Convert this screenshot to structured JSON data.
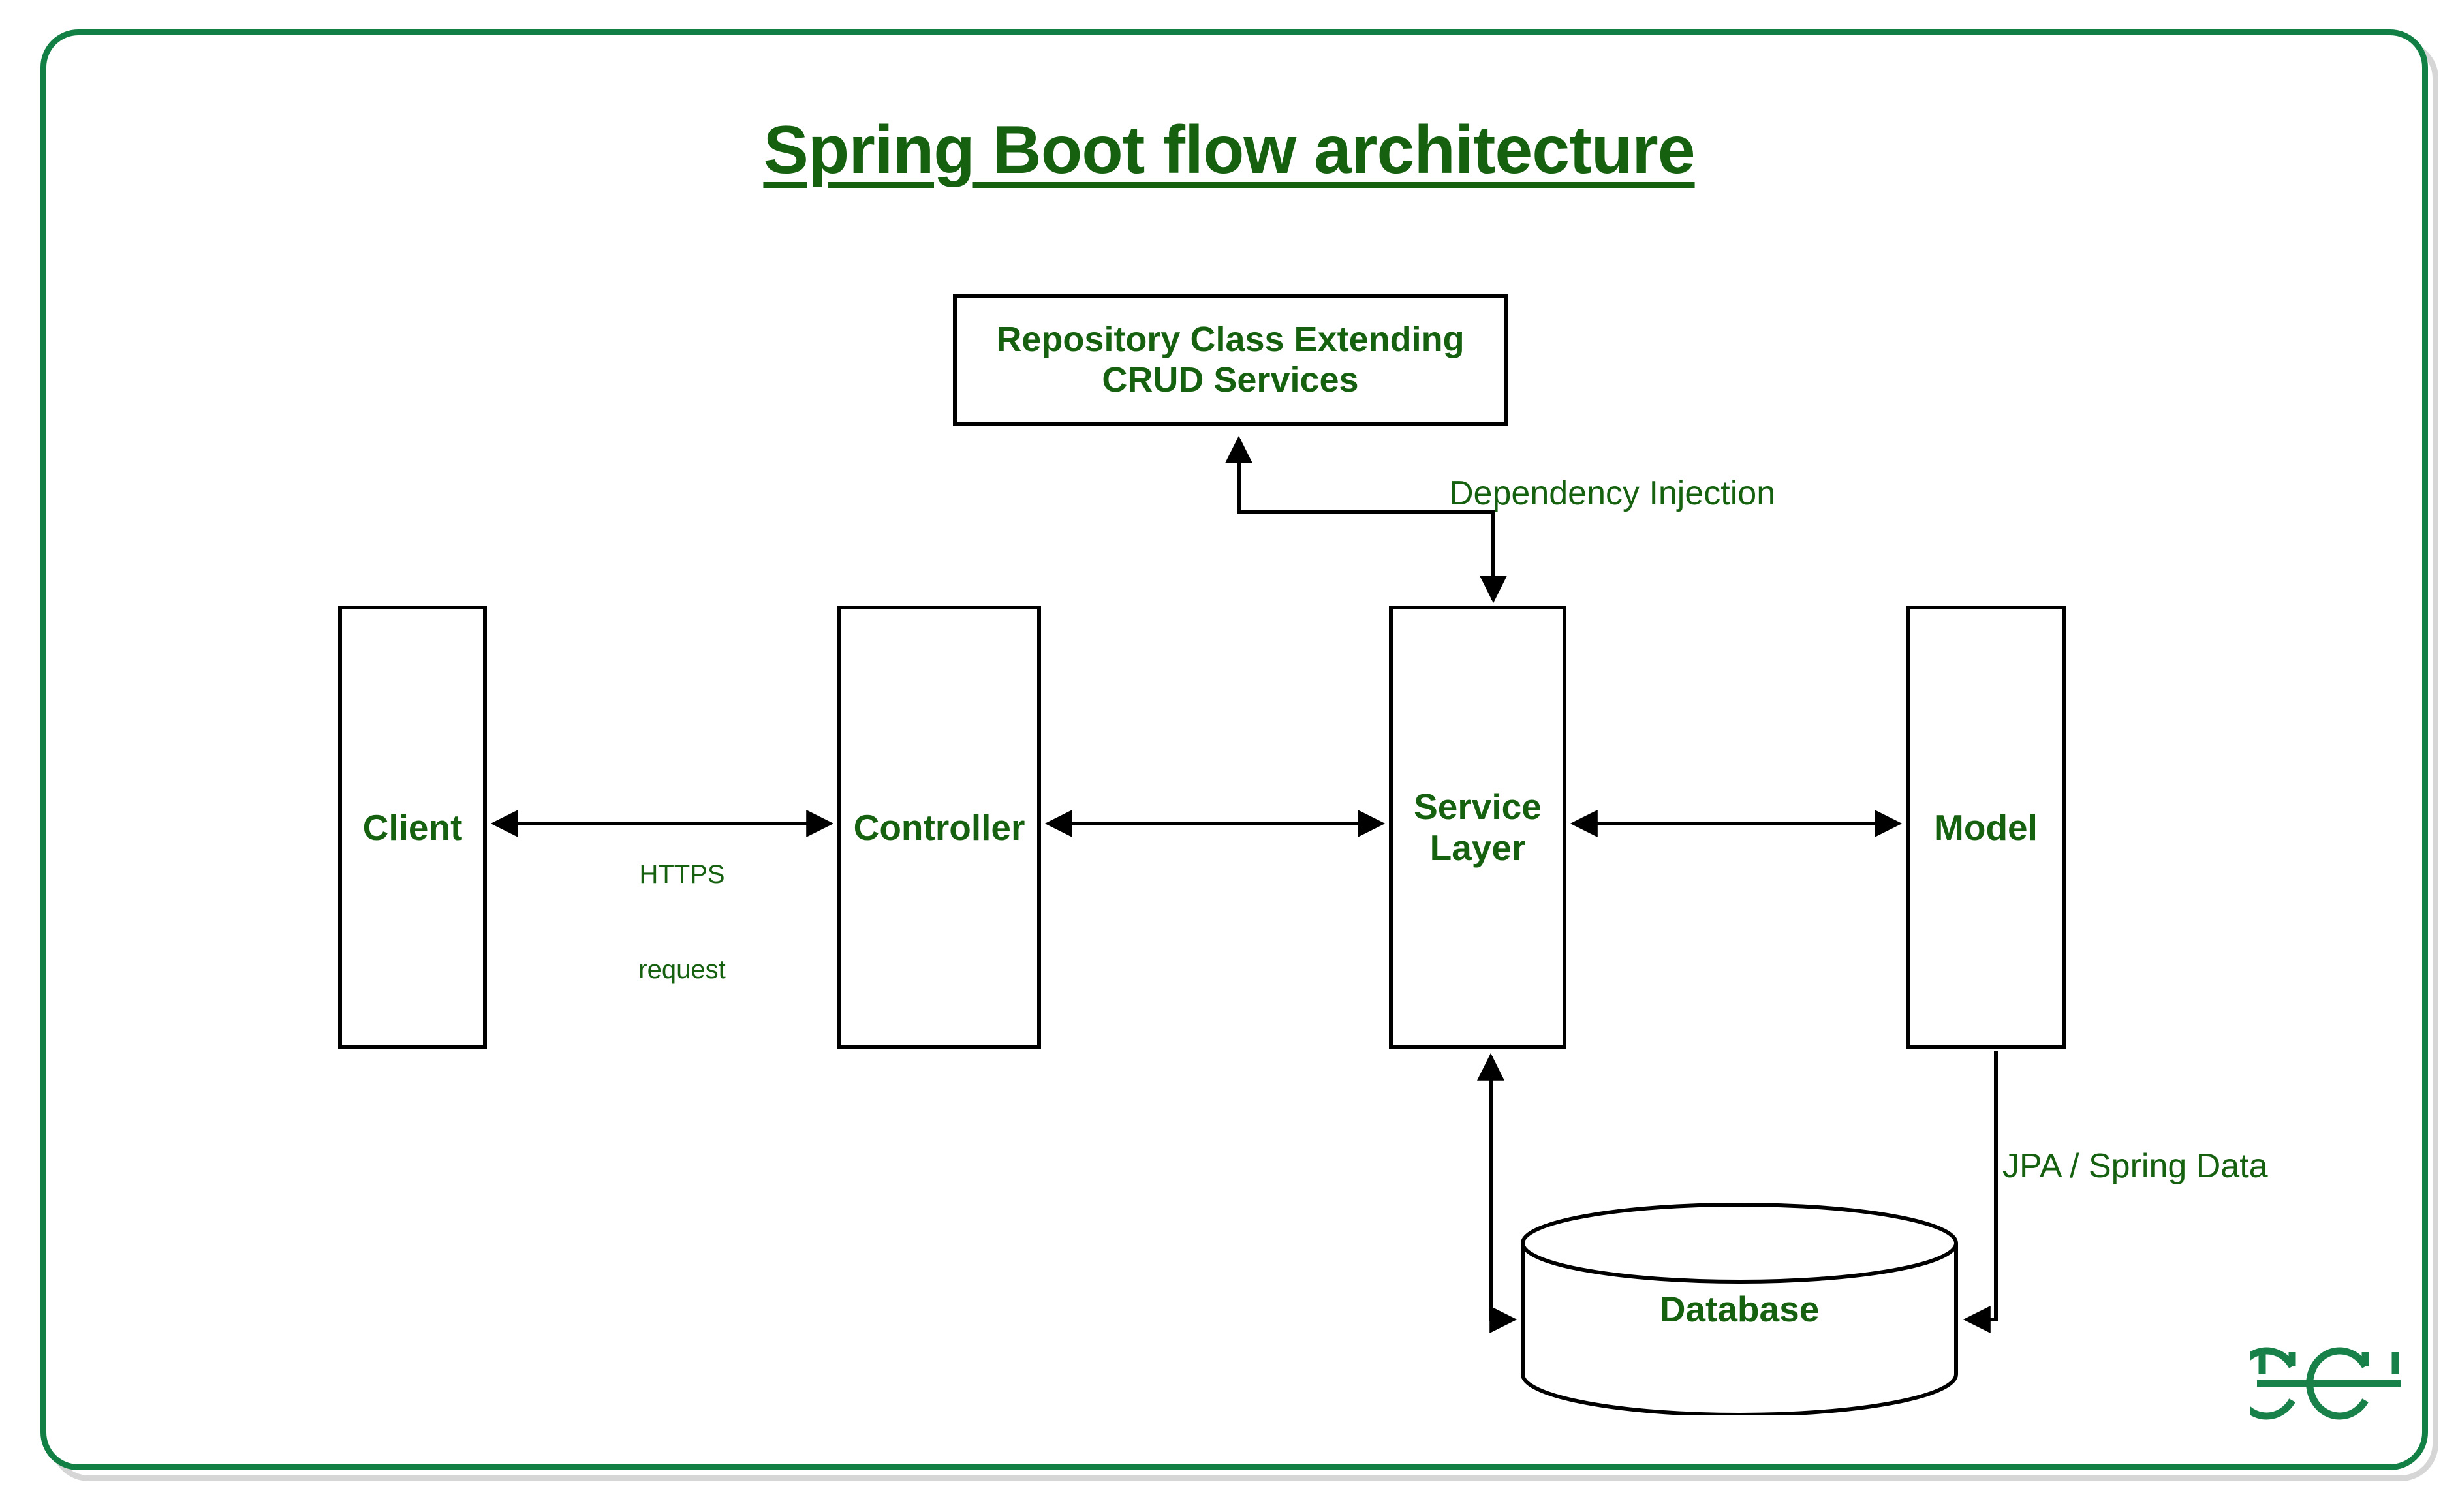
{
  "page": {
    "title": "Spring Boot flow architecture",
    "accent_green": "#15610f",
    "frame_green": "#128045",
    "frame_gray": "#d6d6d6",
    "line_black": "#000000",
    "background": "#ffffff"
  },
  "nodes": {
    "repository": {
      "line1": "Repository Class Extending",
      "line2": "CRUD Services"
    },
    "client": {
      "label": "Client"
    },
    "controller": {
      "label": "Controller"
    },
    "service": {
      "line1": "Service",
      "line2": "Layer"
    },
    "model": {
      "label": "Model"
    },
    "database": {
      "label": "Database"
    }
  },
  "edges": {
    "https": {
      "line1": "HTTPS",
      "line2": "request"
    },
    "dependency_injection": {
      "label": "Dependency Injection"
    },
    "jpa": {
      "label": "JPA / Spring Data"
    }
  },
  "branding": {
    "logo": "geeksforgeeks-logo"
  },
  "diagram_data": {
    "type": "flow-diagram",
    "title": "Spring Boot flow architecture",
    "nodes": [
      {
        "id": "repository",
        "shape": "rect",
        "label": "Repository Class Extending CRUD Services"
      },
      {
        "id": "client",
        "shape": "rect",
        "label": "Client"
      },
      {
        "id": "controller",
        "shape": "rect",
        "label": "Controller"
      },
      {
        "id": "service",
        "shape": "rect",
        "label": "Service Layer"
      },
      {
        "id": "model",
        "shape": "rect",
        "label": "Model"
      },
      {
        "id": "database",
        "shape": "cylinder",
        "label": "Database"
      }
    ],
    "connections": [
      {
        "from": "client",
        "to": "controller",
        "direction": "bidirectional",
        "label": "HTTPS request"
      },
      {
        "from": "controller",
        "to": "service",
        "direction": "bidirectional",
        "label": ""
      },
      {
        "from": "service",
        "to": "model",
        "direction": "bidirectional",
        "label": ""
      },
      {
        "from": "repository",
        "to": "service",
        "direction": "bidirectional",
        "label": "Dependency Injection"
      },
      {
        "from": "service",
        "to": "database",
        "direction": "bidirectional",
        "label": ""
      },
      {
        "from": "model",
        "to": "database",
        "direction": "unidirectional",
        "label": "JPA / Spring Data"
      }
    ]
  }
}
